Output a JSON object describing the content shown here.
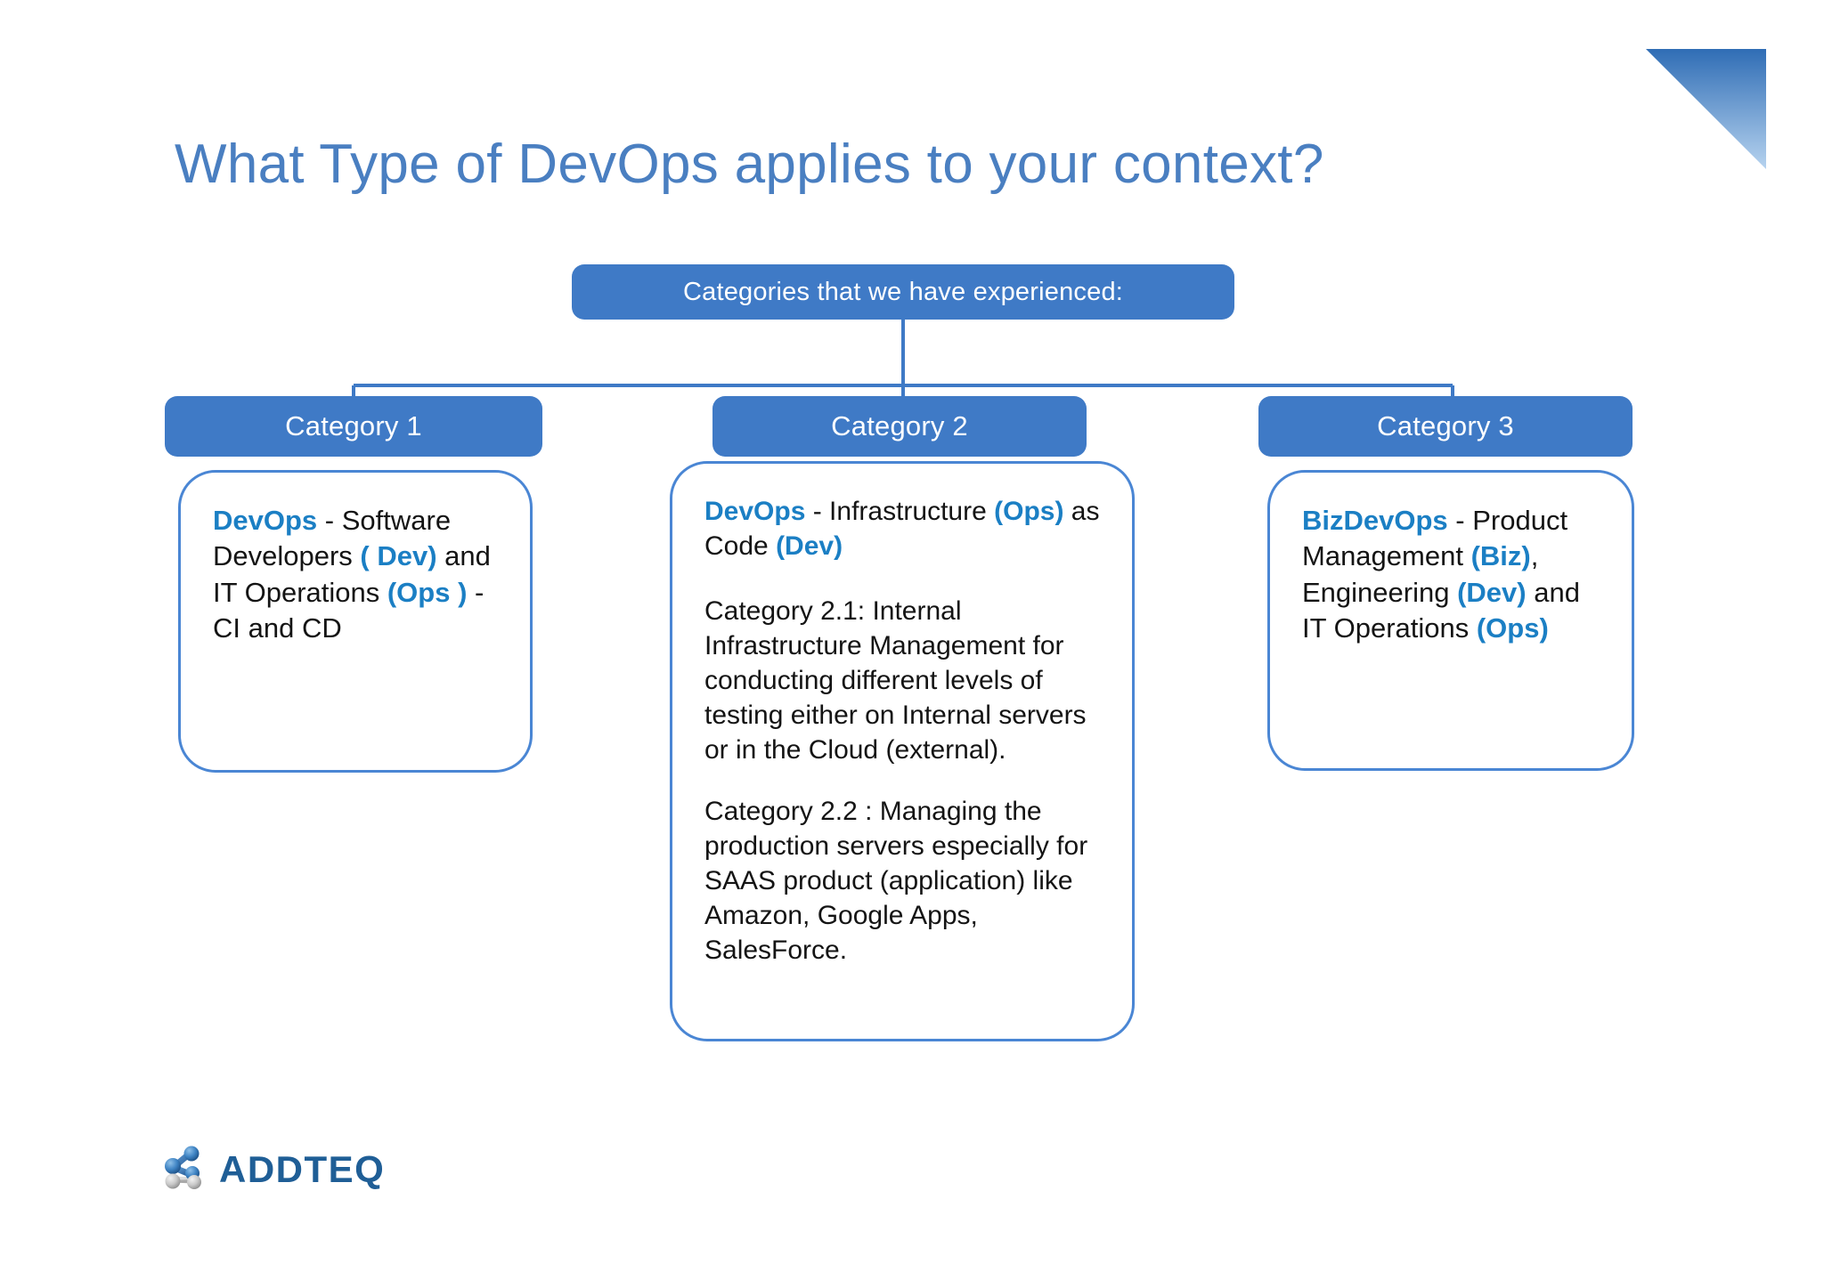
{
  "slide": {
    "title": "What Type of DevOps applies to your context?",
    "title_color": "#4a7fc1",
    "background_color": "#ffffff",
    "accent_color": "#3f7ac6",
    "outline_color": "#4a86d4",
    "highlight_color": "#1b7fc4"
  },
  "decoration": {
    "corner_triangle_name": "corner-triangle-decoration",
    "gradient_from": "#2f6db5",
    "gradient_to": "#b6d3ef"
  },
  "diagram": {
    "root": {
      "label": "Categories that we have experienced:"
    },
    "branches": [
      {
        "header": "Category 1",
        "paragraphs": [
          [
            {
              "text": "DevOps",
              "style": "highlight"
            },
            {
              "text": " - Software Developers ",
              "style": "normal"
            },
            {
              "text": "( Dev)",
              "style": "highlight"
            },
            {
              "text": " and IT Operations ",
              "style": "normal"
            },
            {
              "text": "(Ops )",
              "style": "highlight"
            },
            {
              "text": " - CI and CD",
              "style": "normal"
            }
          ]
        ]
      },
      {
        "header": "Category 2",
        "paragraphs": [
          [
            {
              "text": "DevOps",
              "style": "highlight"
            },
            {
              "text": " - Infrastructure ",
              "style": "normal"
            },
            {
              "text": "(Ops)",
              "style": "highlight"
            },
            {
              "text": " as Code ",
              "style": "normal"
            },
            {
              "text": "(Dev)",
              "style": "highlight"
            }
          ],
          [
            {
              "text": "Category 2.1: Internal Infrastructure Management for conducting different levels of testing either on Internal servers or in the Cloud (external).",
              "style": "normal"
            }
          ],
          [
            {
              "text": "Category 2.2 : Managing the production servers especially for SAAS product (application) like Amazon, Google Apps, SalesForce.",
              "style": "normal"
            }
          ]
        ]
      },
      {
        "header": "Category 3",
        "paragraphs": [
          [
            {
              "text": "BizDevOps",
              "style": "highlight"
            },
            {
              "text": " - Product Management ",
              "style": "normal"
            },
            {
              "text": "(Biz)",
              "style": "highlight"
            },
            {
              "text": ", Engineering ",
              "style": "normal"
            },
            {
              "text": "(Dev)",
              "style": "highlight"
            },
            {
              "text": " and IT Operations ",
              "style": "normal"
            },
            {
              "text": "(Ops)",
              "style": "highlight"
            }
          ]
        ]
      }
    ]
  },
  "footer": {
    "logo_wordmark": "ADDTEQ",
    "logo_mark_name": "addteq-molecule-icon",
    "logo_color": "#1f5e96"
  }
}
